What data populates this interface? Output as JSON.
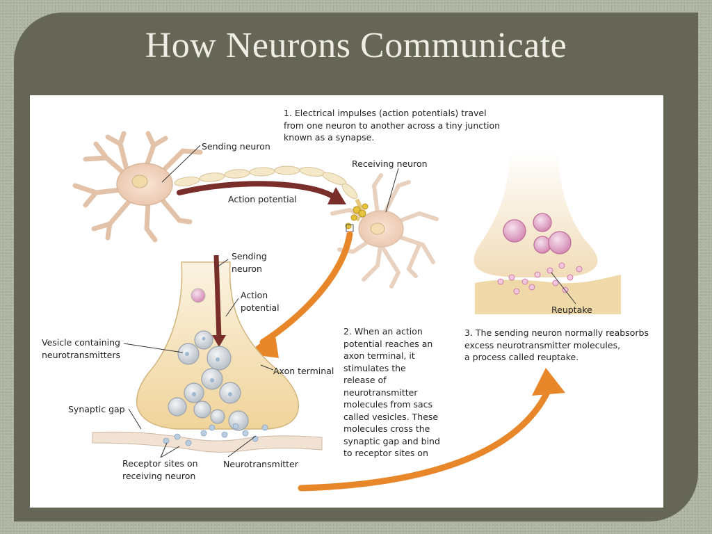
{
  "slide": {
    "title": "How Neurons Communicate"
  },
  "diagram": {
    "step1": {
      "lines": [
        "1. Electrical impulses (action potentials) travel",
        "from one neuron to another across a tiny junction",
        "known as a synapse."
      ]
    },
    "labels": {
      "sending_neuron_top": "Sending neuron",
      "receiving_neuron": "Receiving neuron",
      "action_potential_top": "Action potential",
      "sending_neuron_zoom": [
        "Sending",
        "neuron"
      ],
      "action_potential_zoom": [
        "Action",
        "potential"
      ],
      "vesicle": [
        "Vesicle containing",
        "neurotransmitters"
      ],
      "axon_terminal": "Axon terminal",
      "synaptic_gap": "Synaptic gap",
      "receptor_sites": [
        "Receptor sites on",
        "receiving neuron"
      ],
      "neurotransmitter": "Neurotransmitter",
      "reuptake": "Reuptake"
    },
    "step2": {
      "lines": [
        "2. When an action",
        "potential reaches an",
        "axon terminal, it",
        "stimulates the",
        "release of",
        "neurotransmitter",
        "molecules from sacs",
        "called vesicles. These",
        "molecules cross the",
        "synaptic gap and bind",
        "to receptor sites on"
      ]
    },
    "step3": {
      "lines": [
        "3. The sending neuron normally reabsorbs",
        "excess neurotransmitter molecules,",
        "a process called reuptake."
      ]
    },
    "colors": {
      "arrow": "#e8862a",
      "axon_arrow": "#7a2e2a",
      "cell": "#f5e2cf",
      "terminal": "#f3dfb0",
      "vesicle": "#d99bc2"
    }
  }
}
